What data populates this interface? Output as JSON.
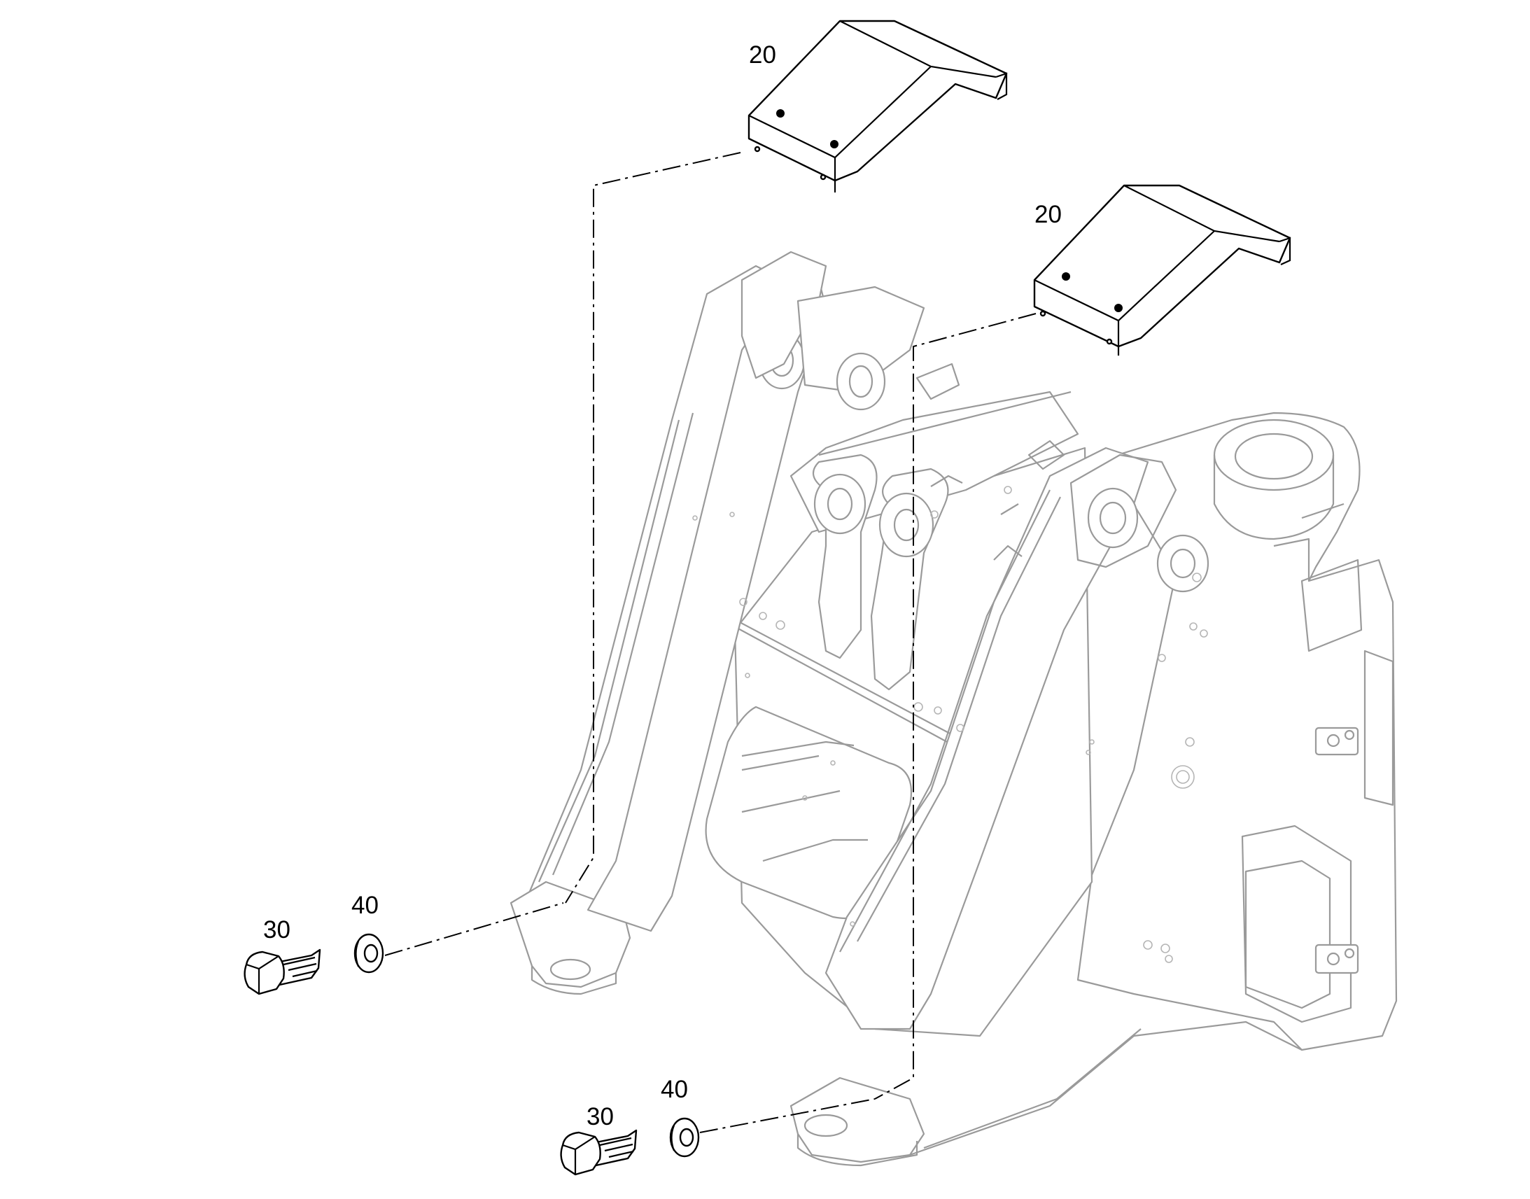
{
  "diagram": {
    "callouts": [
      {
        "id": "cover-left",
        "number": "20"
      },
      {
        "id": "cover-right",
        "number": "20"
      },
      {
        "id": "bolt-left",
        "number": "30"
      },
      {
        "id": "washer-left",
        "number": "40"
      },
      {
        "id": "bolt-bottom",
        "number": "30"
      },
      {
        "id": "washer-bottom",
        "number": "40"
      }
    ]
  }
}
